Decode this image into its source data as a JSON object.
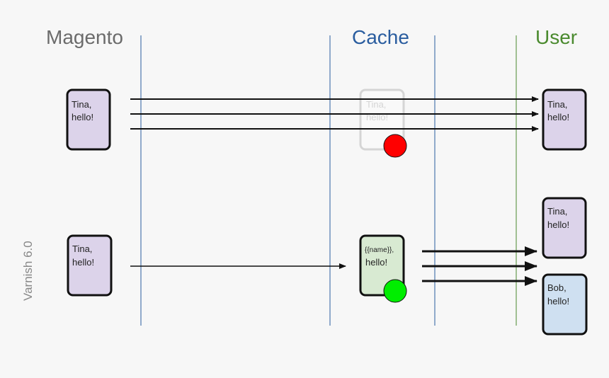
{
  "columns": {
    "magento": {
      "title": "Magento",
      "color": "#6b6b6b"
    },
    "cache": {
      "title": "Cache",
      "color": "#2a5d9f"
    },
    "user": {
      "title": "User",
      "color": "#4a8a2e"
    }
  },
  "side_label": "Varnish 6.0",
  "cards": {
    "top_magento": {
      "line1": "Tina,",
      "line2": "hello!"
    },
    "top_cache_faded": {
      "line1": "Tina,",
      "line2": "hello!"
    },
    "top_user": {
      "line1": "Tina,",
      "line2": "hello!"
    },
    "bottom_magento": {
      "line1": "Tina,",
      "line2": "hello!"
    },
    "bottom_cache_template": {
      "line1": "{{name}},",
      "line2": "hello!"
    },
    "bottom_user_tina": {
      "line1": "Tina,",
      "line2": "hello!"
    },
    "bottom_user_bob": {
      "line1": "Bob,",
      "line2": "hello!"
    }
  },
  "status_colors": {
    "miss": "#ff0000",
    "hit": "#00ee00"
  },
  "card_colors": {
    "purple": "#dcd3ea",
    "green": "#d8ead2",
    "blue": "#cfe0f1"
  }
}
